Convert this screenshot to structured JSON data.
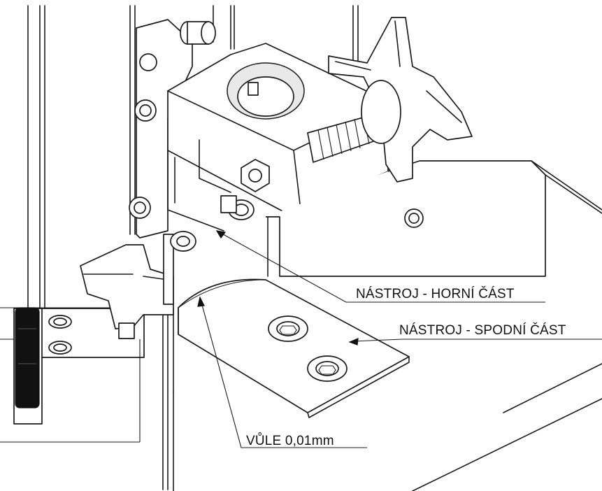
{
  "labels": {
    "upper_tool": "NÁSTROJ - HORNÍ ČÁST",
    "lower_tool": "NÁSTROJ - SPODNÍ ČÁST",
    "gap": "VŮLE 0,01mm"
  },
  "colors": {
    "line": "#1a1a1a",
    "background": "#ffffff",
    "knob_dark": "#111111"
  }
}
